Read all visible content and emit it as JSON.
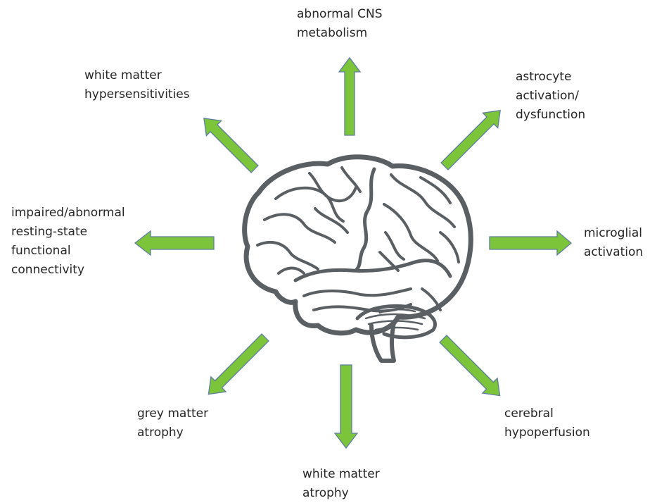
{
  "labels": {
    "top": "abnormal CNS\nmetabolism",
    "top_left": "white matter\nhypersensitivities",
    "top_right": "astrocyte\nactivation/\ndysfunction",
    "left": "impaired/abnormal\nresting-state\nfunctional\nconnectivity",
    "right": "microglial\nactivation",
    "bottom_left": "grey matter\natrophy",
    "bottom_right": "cerebral\nhypoperfusion",
    "bottom": "white matter\natrophy"
  },
  "icons": {
    "center": "brain-icon",
    "arrows": "arrow-icon"
  },
  "colors": {
    "arrow_fill": "#7cc43a",
    "arrow_outline": "#5d7ea0",
    "brain_outline": "#5a5f63",
    "text": "#262626"
  }
}
